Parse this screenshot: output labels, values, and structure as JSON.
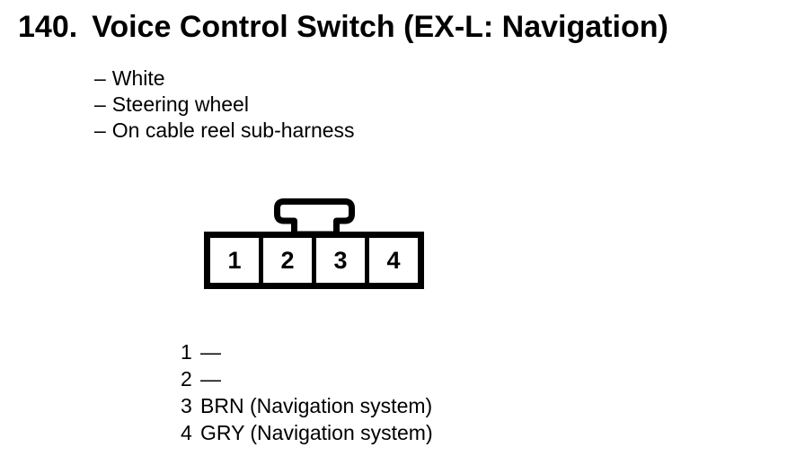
{
  "document": {
    "item_number": "140.",
    "title": "Voice Control Switch (EX-L: Navigation)",
    "notes": [
      {
        "dash": "–",
        "text": "White"
      },
      {
        "dash": "–",
        "text": "Steering wheel"
      },
      {
        "dash": "–",
        "text": "On cable reel sub-harness"
      }
    ],
    "connector": {
      "cavities": [
        "1",
        "2",
        "3",
        "4"
      ]
    },
    "pinout": [
      {
        "pin": "1",
        "wire": "—"
      },
      {
        "pin": "2",
        "wire": "—"
      },
      {
        "pin": "3",
        "wire": "BRN (Navigation system)"
      },
      {
        "pin": "4",
        "wire": "GRY (Navigation system)"
      }
    ],
    "colors": {
      "ink": "#000000",
      "paper": "#ffffff"
    }
  }
}
